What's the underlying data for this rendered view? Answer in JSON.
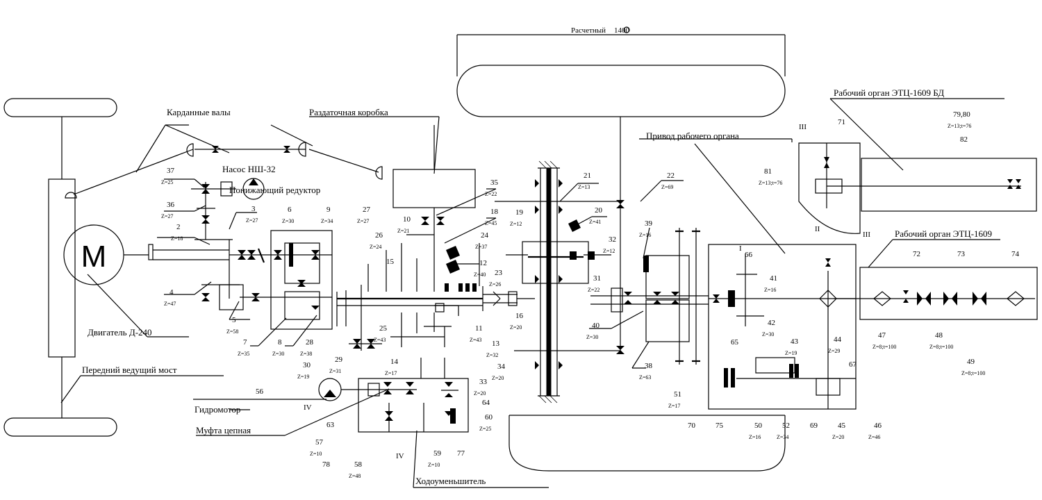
{
  "titles": {
    "raschetny": "Расчетный",
    "raschetny_num": "1400",
    "kardan": "Карданные валы",
    "razdat": "Раздаточная коробка",
    "nasos": "Насос НШ-32",
    "ponizh": "Понижающий редуктор",
    "privod": "Привод рабочего органа",
    "ro_bd": "Рабочий орган ЭТЦ-1609 БД",
    "ro": "Рабочий орган ЭТЦ-1609",
    "engine": "Двигатель Д-240",
    "most": "Передний ведущий мост",
    "gidromotor": "Гидромотор",
    "mufta": "Муфта цепная",
    "khodoum": "Ходоуменьшитель"
  },
  "roman": {
    "r1": "I",
    "r2": "II",
    "r3a": "III",
    "r3b": "III",
    "r4a": "IV",
    "r4b": "IV"
  },
  "motor_symbol": "M",
  "parts": [
    {
      "n": "37",
      "z": "Z=25"
    },
    {
      "n": "36",
      "z": "Z=27"
    },
    {
      "n": "3",
      "z": "Z=27"
    },
    {
      "n": "2",
      "z": "Z=18"
    },
    {
      "n": "4",
      "z": "Z=47"
    },
    {
      "n": "5",
      "z": "Z=58"
    },
    {
      "n": "6",
      "z": "Z=30"
    },
    {
      "n": "9",
      "z": "Z=34"
    },
    {
      "n": "27",
      "z": "Z=27"
    },
    {
      "n": "7",
      "z": "Z=35"
    },
    {
      "n": "8",
      "z": "Z=30"
    },
    {
      "n": "28",
      "z": "Z=38"
    },
    {
      "n": "26",
      "z": "Z=24"
    },
    {
      "n": "10",
      "z": "Z=21"
    },
    {
      "n": "35",
      "z": "Z=22"
    },
    {
      "n": "18",
      "z": "Z=45"
    },
    {
      "n": "24",
      "z": "Z=37"
    },
    {
      "n": "12",
      "z": "Z=40"
    },
    {
      "n": "15",
      "z": ""
    },
    {
      "n": "19",
      "z": "Z=12"
    },
    {
      "n": "16",
      "z": "Z=20"
    },
    {
      "n": "23",
      "z": "Z=26"
    },
    {
      "n": "21",
      "z": "Z=13"
    },
    {
      "n": "20",
      "z": "Z=41"
    },
    {
      "n": "32",
      "z": "Z=12"
    },
    {
      "n": "31",
      "z": "Z=22"
    },
    {
      "n": "22",
      "z": "Z=69"
    },
    {
      "n": "25",
      "z": "Z=43"
    },
    {
      "n": "11",
      "z": "Z=43"
    },
    {
      "n": "13",
      "z": "Z=32"
    },
    {
      "n": "30",
      "z": "Z=19"
    },
    {
      "n": "29",
      "z": "Z=31"
    },
    {
      "n": "14",
      "z": "Z=17"
    },
    {
      "n": "34",
      "z": "Z=20"
    },
    {
      "n": "33",
      "z": "Z=20"
    },
    {
      "n": "64",
      "z": ""
    },
    {
      "n": "60",
      "z": "Z=25"
    },
    {
      "n": "77",
      "z": ""
    },
    {
      "n": "59",
      "z": "Z=10"
    },
    {
      "n": "58",
      "z": "Z=48"
    },
    {
      "n": "78",
      "z": ""
    },
    {
      "n": "57",
      "z": "Z=10"
    },
    {
      "n": "63",
      "z": ""
    },
    {
      "n": "56",
      "z": ""
    },
    {
      "n": "39",
      "z": "Z=16"
    },
    {
      "n": "40",
      "z": "Z=30"
    },
    {
      "n": "38",
      "z": "Z=63"
    },
    {
      "n": "51",
      "z": "Z=17"
    },
    {
      "n": "65",
      "z": ""
    },
    {
      "n": "66",
      "z": ""
    },
    {
      "n": "41",
      "z": "Z=16"
    },
    {
      "n": "42",
      "z": "Z=30"
    },
    {
      "n": "43",
      "z": "Z=19"
    },
    {
      "n": "44",
      "z": "Z=29"
    },
    {
      "n": "67",
      "z": ""
    },
    {
      "n": "70",
      "z": ""
    },
    {
      "n": "75",
      "z": ""
    },
    {
      "n": "50",
      "z": "Z=16"
    },
    {
      "n": "52",
      "z": "Z=34"
    },
    {
      "n": "69",
      "z": ""
    },
    {
      "n": "45",
      "z": "Z=20"
    },
    {
      "n": "46",
      "z": "Z=46"
    },
    {
      "n": "81",
      "z": "Z=13;t=76"
    },
    {
      "n": "71",
      "z": ""
    },
    {
      "n": "79,80",
      "z": "Z=13;t=76"
    },
    {
      "n": "82",
      "z": ""
    },
    {
      "n": "72",
      "z": ""
    },
    {
      "n": "73",
      "z": ""
    },
    {
      "n": "74",
      "z": ""
    },
    {
      "n": "47",
      "z": "Z=8;t=100"
    },
    {
      "n": "48",
      "z": "Z=8;t=100"
    },
    {
      "n": "49",
      "z": "Z=8;t=100"
    }
  ]
}
